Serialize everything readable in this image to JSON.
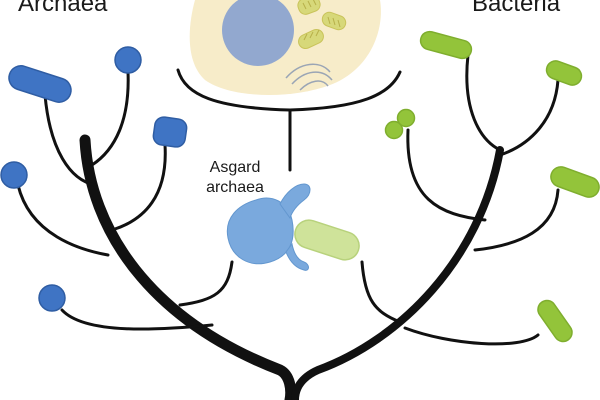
{
  "labels": {
    "archaea": "Archaea",
    "bacteria": "Bacteria",
    "asgard_line1": "Asgard",
    "asgard_line2": "archaea"
  },
  "colors": {
    "archaea_blue": "#3f74c4",
    "asgard_blue": "#7aa9dd",
    "bacteria_green": "#93c43a",
    "bacteria_light_green": "#cfe39a",
    "eukaryote_cytoplasm": "#f7ecc9",
    "eukaryote_nucleus": "#92a8cf",
    "mitochondria": "#d7d879",
    "branch": "#111111"
  }
}
